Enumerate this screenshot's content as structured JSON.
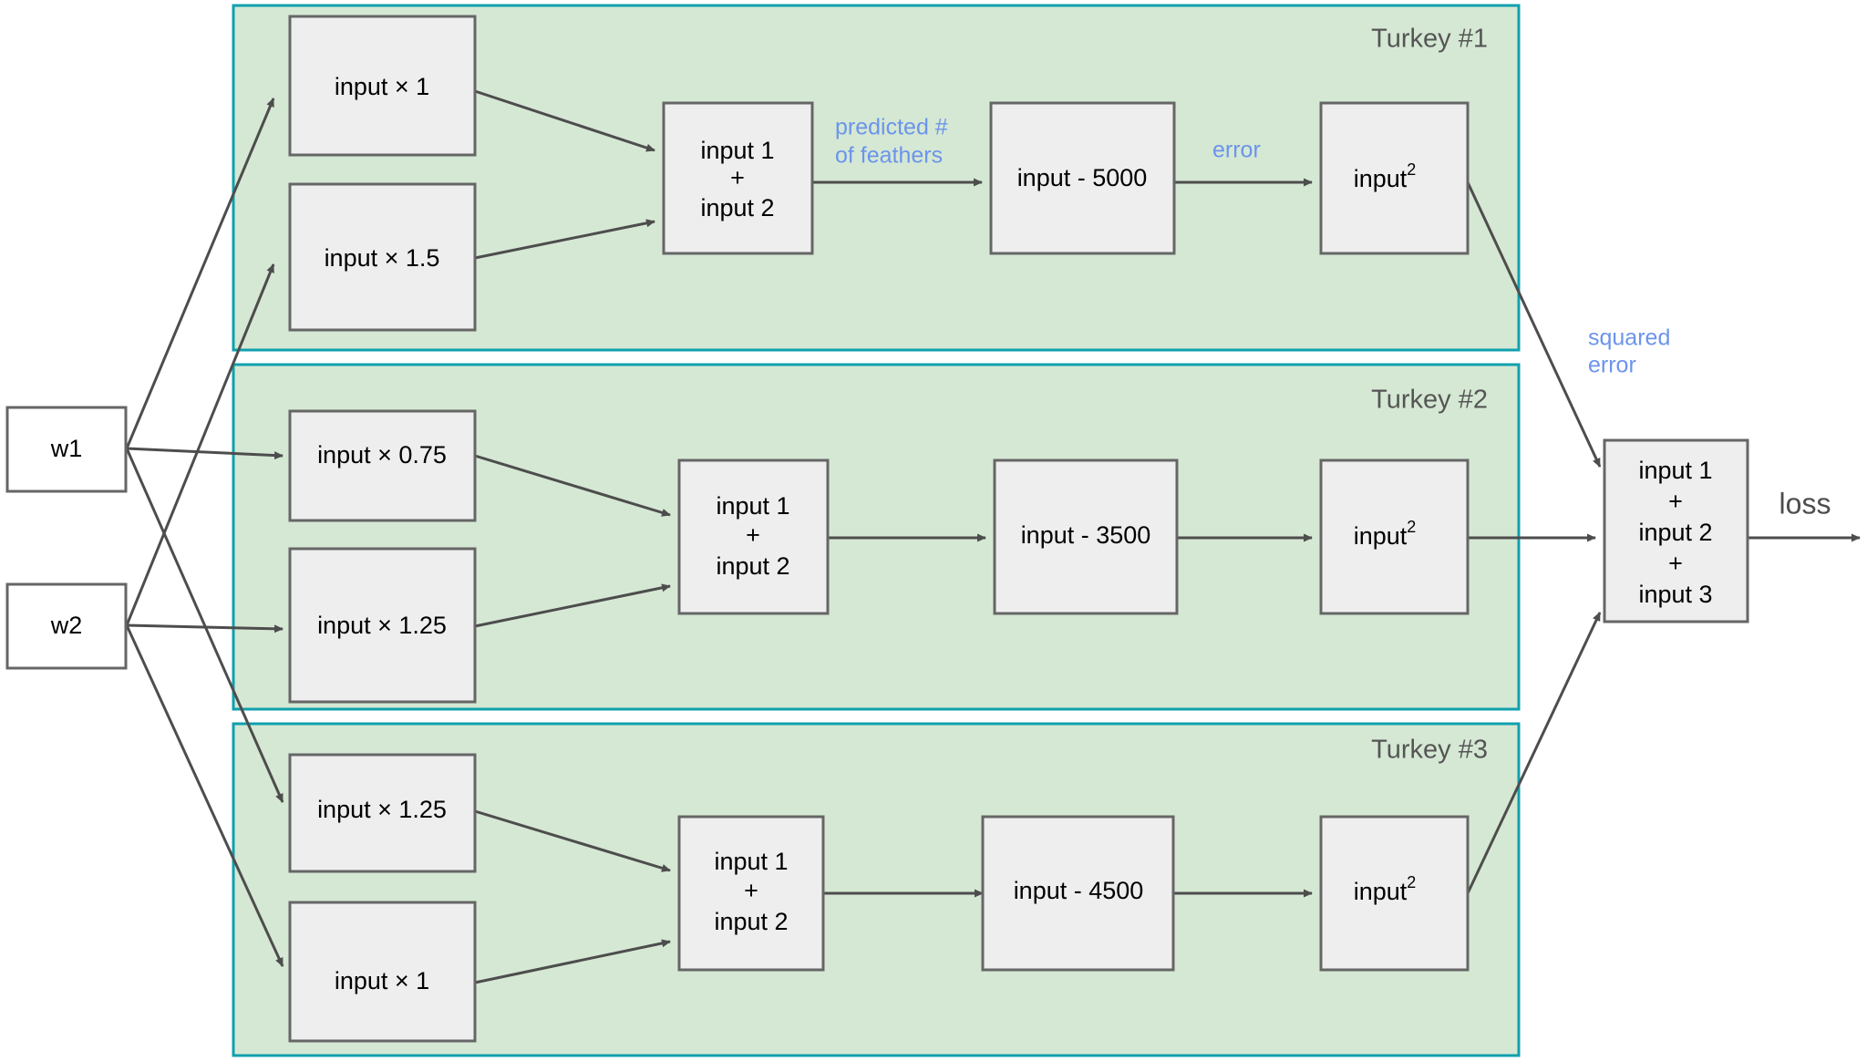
{
  "diagram": {
    "title": "turkey-feather-prediction-compute-graph",
    "colors": {
      "group_fill": "#d5e8d4",
      "group_stroke": "#10a0ae",
      "node_fill": "#eeeeee",
      "node_stroke": "#666666",
      "edge": "#4d4d4d",
      "edge_label": "#6c94eb",
      "group_label": "#555555"
    },
    "weights": [
      {
        "id": "w1",
        "label": "w1"
      },
      {
        "id": "w2",
        "label": "w2"
      }
    ],
    "groups": [
      {
        "id": "turkey-1",
        "label": "Turkey #1",
        "nodes": [
          {
            "id": "t1-mul-a",
            "label": "input × 1"
          },
          {
            "id": "t1-mul-b",
            "label": "input × 1.5"
          },
          {
            "id": "t1-sum",
            "lines": [
              "input 1",
              "+",
              "input 2"
            ]
          },
          {
            "id": "t1-sub",
            "label": "input - 5000"
          },
          {
            "id": "t1-sq",
            "label": "input",
            "superscript": "2"
          }
        ],
        "edge_labels": [
          {
            "id": "t1-predicted",
            "lines": [
              "predicted #",
              "of feathers"
            ]
          },
          {
            "id": "t1-error",
            "lines": [
              "error"
            ]
          }
        ]
      },
      {
        "id": "turkey-2",
        "label": "Turkey #2",
        "nodes": [
          {
            "id": "t2-mul-a",
            "label": "input × 0.75"
          },
          {
            "id": "t2-mul-b",
            "label": "input × 1.25"
          },
          {
            "id": "t2-sum",
            "lines": [
              "input 1",
              "+",
              "input 2"
            ]
          },
          {
            "id": "t2-sub",
            "label": "input - 3500"
          },
          {
            "id": "t2-sq",
            "label": "input",
            "superscript": "2"
          }
        ],
        "edge_labels": []
      },
      {
        "id": "turkey-3",
        "label": "Turkey #3",
        "nodes": [
          {
            "id": "t3-mul-a",
            "label": "input × 1.25"
          },
          {
            "id": "t3-mul-b",
            "label": "input × 1"
          },
          {
            "id": "t3-sum",
            "lines": [
              "input 1",
              "+",
              "input 2"
            ]
          },
          {
            "id": "t3-sub",
            "label": "input - 4500"
          },
          {
            "id": "t3-sq",
            "label": "input",
            "superscript": "2"
          }
        ],
        "edge_labels": []
      }
    ],
    "aggregate": {
      "id": "loss-sum",
      "lines": [
        "input 1",
        "+",
        "input 2",
        "+",
        "input 3"
      ],
      "incoming_label": {
        "id": "squared-error",
        "lines": [
          "squared",
          "error"
        ]
      },
      "outgoing_label": "loss"
    }
  }
}
